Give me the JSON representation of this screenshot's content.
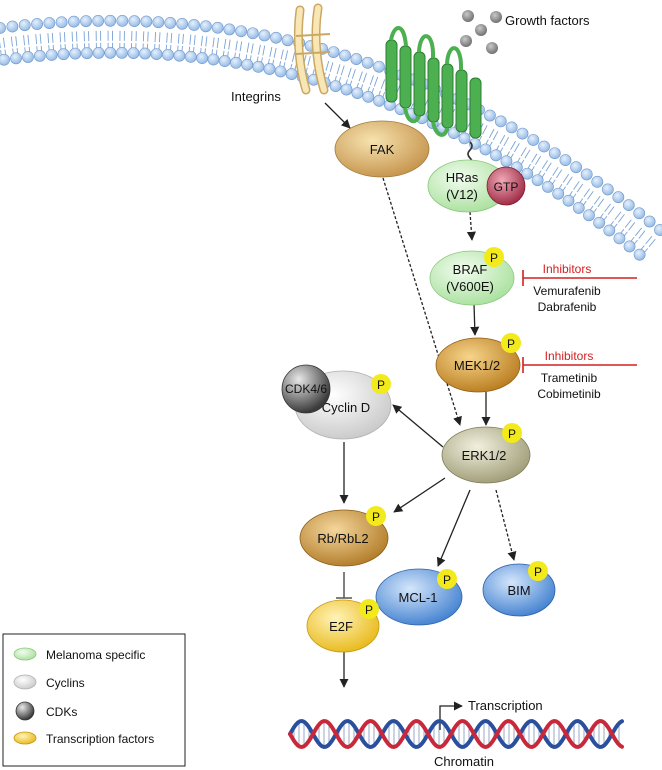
{
  "labels": {
    "growth_factors": "Growth factors",
    "integrins": "Integrins",
    "fak": "FAK",
    "hras_line1": "HRas",
    "hras_line2": "(V12)",
    "gtp": "GTP",
    "braf_line1": "BRAF",
    "braf_line2": "(V600E)",
    "mek": "MEK1/2",
    "erk": "ERK1/2",
    "cdk": "CDK4/6",
    "cyclin": "Cyclin D",
    "rb": "Rb/RbL2",
    "e2f": "E2F",
    "mcl": "MCL-1",
    "bim": "BIM",
    "phospho": "P",
    "transcription": "Transcription",
    "chromatin": "Chromatin"
  },
  "inhibitors": [
    {
      "header": "Inhibitors",
      "drugs": [
        "Vemurafenib",
        "Dabrafenib"
      ],
      "target": "BRAF"
    },
    {
      "header": "Inhibitors",
      "drugs": [
        "Trametinib",
        "Cobimetinib"
      ],
      "target": "MEK1/2"
    }
  ],
  "legend": [
    {
      "label": "Melanoma specific",
      "color": "#c9efc2"
    },
    {
      "label": "Cyclins",
      "color": "#e3e3e3"
    },
    {
      "label": "CDKs",
      "color": "#7a7a7a"
    },
    {
      "label": "Transcription factors",
      "color": "#f4d35a"
    }
  ],
  "colors": {
    "membrane_head": "#a9c9ec",
    "receptor": "#4caf50",
    "integrin": "#f5dca0",
    "melanoma_node": "#c9efc2",
    "mek_node": "#d09a2e",
    "erk_node": "#b9b797",
    "cyclin_node": "#e3e3e3",
    "cdk_node": "#7a7a7a",
    "rb_node": "#c9903a",
    "e2f_node": "#f4d35a",
    "blue_node": "#5b94d8",
    "gtp": "#b5374f",
    "phospho": "#f3ea1b",
    "inhibitor": "#d42020",
    "dna_red": "#c8283a",
    "dna_blue": "#2a4f9c"
  }
}
